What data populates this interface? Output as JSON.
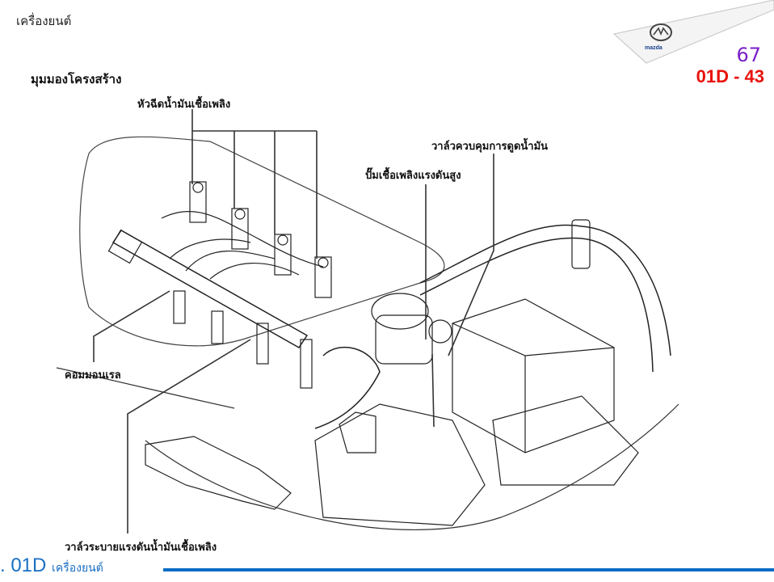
{
  "header": {
    "section": "เครื่องยนต์"
  },
  "page": {
    "number": "67",
    "code": "01D - 43",
    "number_color": "#7a1fc8",
    "code_color": "#e8120c"
  },
  "brand": {
    "logo": "mazda-logo",
    "name": "mazda"
  },
  "title": "มุมมองโครงสร้าง",
  "callouts": {
    "injectors": "หัวฉีดน้ำมันเชื้อเพลิง",
    "suction_valve": "วาล์วควบคุมการดูดน้ำมัน",
    "hp_pump": "ปั๊มเชื้อเพลิงแรงดันสูง",
    "common_rail": "คอมมอนเรล",
    "pressure_relief": "วาล์วระบายแรงดันน้ำมันเชื้อเพลิง"
  },
  "footer": {
    "prefix": ". 01D",
    "section": "เครื่องยนต์",
    "accent_color": "#0a6cc4"
  }
}
